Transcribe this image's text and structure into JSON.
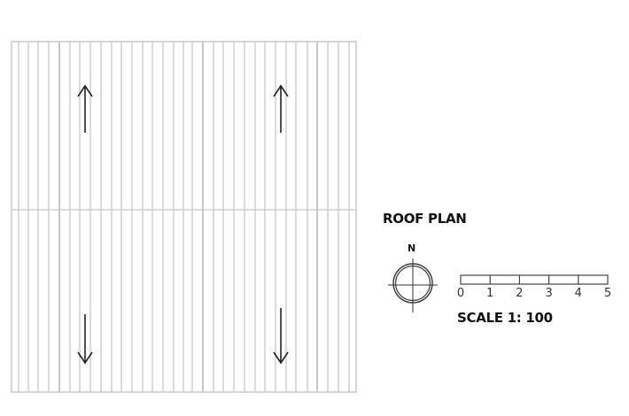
{
  "title": "ROOF PLAN",
  "north_label": "N",
  "scale_label": "SCALE 1: 100",
  "scale_ticks": [
    "0",
    "1",
    "2",
    "3",
    "4",
    "5"
  ],
  "colors": {
    "grid": "#c8c8c8",
    "ink": "#222222"
  }
}
